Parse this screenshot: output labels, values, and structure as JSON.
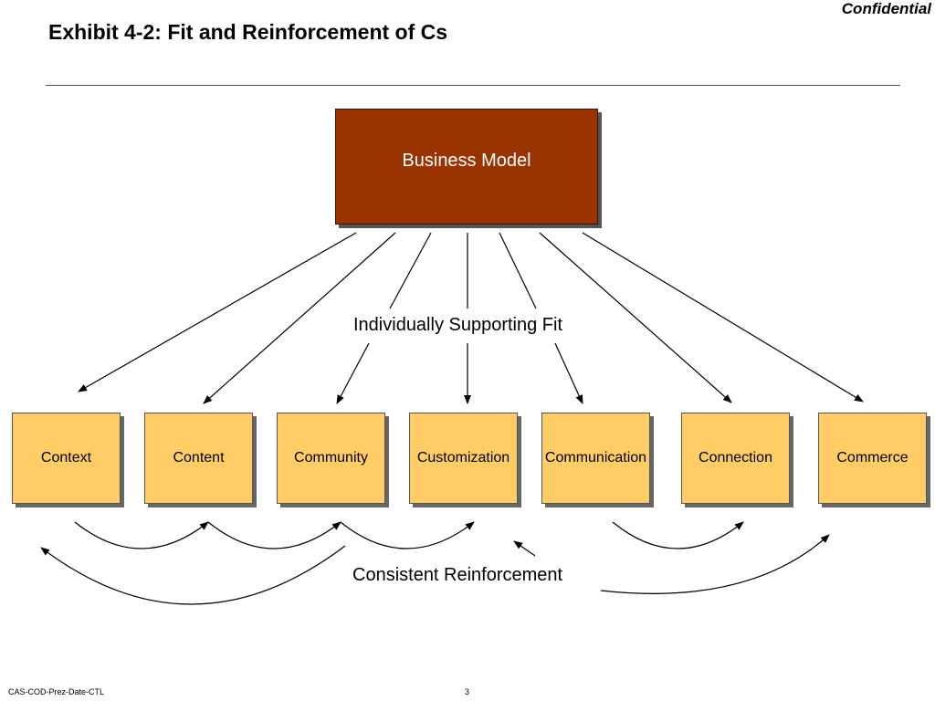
{
  "header": {
    "confidential": "Confidential",
    "title": "Exhibit 4-2: Fit and Reinforcement of Cs"
  },
  "diagram": {
    "top_box": "Business Model",
    "fit_label": "Individually Supporting Fit",
    "reinforcement_label": "Consistent Reinforcement",
    "cs": [
      "Context",
      "Content",
      "Community",
      "Customization",
      "Communication",
      "Connection",
      "Commerce"
    ],
    "colors": {
      "top_box_fill": "#993300",
      "c_box_fill": "#ffcc66"
    }
  },
  "footer": {
    "doc_id": "CAS-COD-Prez-Date-CTL",
    "page": "3"
  }
}
